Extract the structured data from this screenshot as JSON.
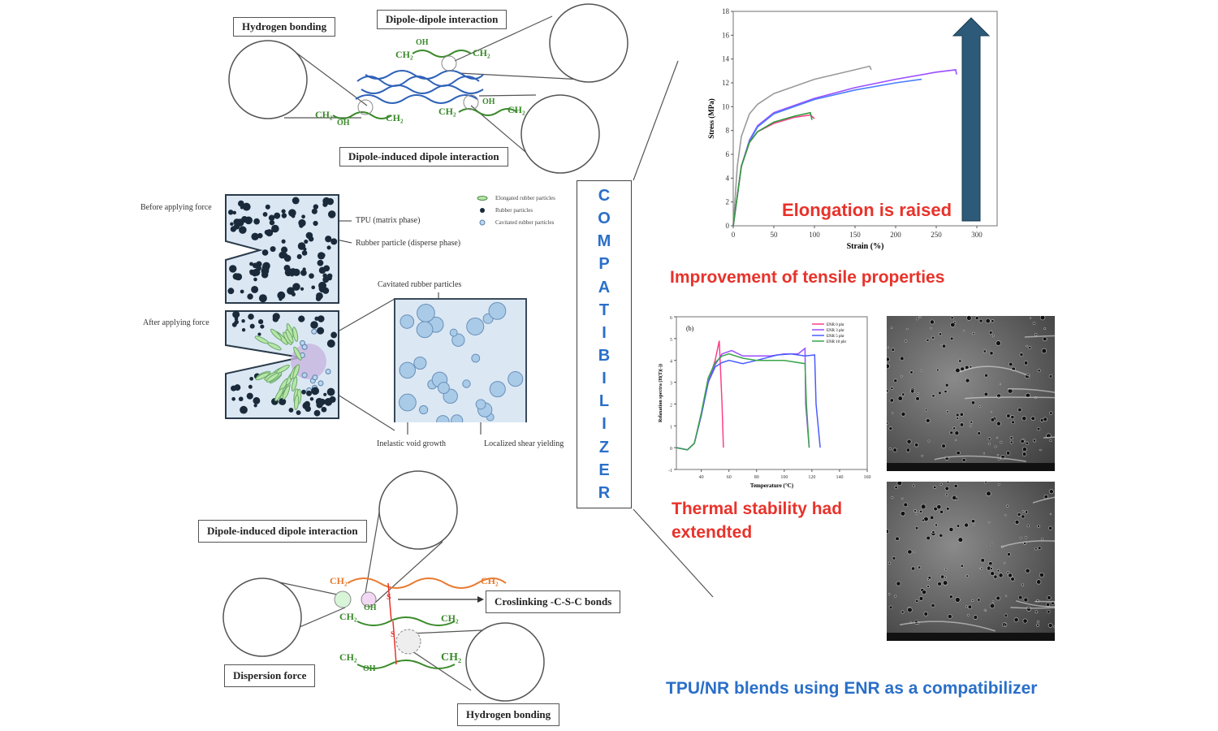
{
  "top_molecular": {
    "hydrogen_bonding": "Hydrogen bonding",
    "dipole_dipole": "Dipole-dipole interaction",
    "dipole_induced": "Dipole-induced dipole interaction",
    "ch2": "CH₂",
    "oh": "OH"
  },
  "morphology": {
    "before": "Before applying force",
    "after": "After applying force",
    "tpu_label": "TPU (matrix phase)",
    "rubber_label": "Rubber particle (disperse phase)",
    "legend": [
      "Elongated rubber particles",
      "Rubber particles",
      "Cavitated rubber particles"
    ],
    "cavitated": "Cavitated rubber particles",
    "inelastic": "Inelastic void growth",
    "shear": "Localized shear yielding"
  },
  "bottom_molecular": {
    "dipole_induced": "Dipole-induced dipole interaction",
    "crosslinking": "Croslinking -C-S-C bonds",
    "dispersion": "Dispersion force",
    "hydrogen_bonding": "Hydrogen bonding",
    "ch2": "CH₂",
    "oh": "OH",
    "s": "S"
  },
  "compatibilizer": [
    "C",
    "O",
    "M",
    "P",
    "A",
    "T",
    "I",
    "B",
    "I",
    "L",
    "I",
    "Z",
    "E",
    "R"
  ],
  "texts": {
    "elongation": "Elongation is raised",
    "tensile": "Improvement of tensile properties",
    "thermal_1": "Thermal stability had",
    "thermal_2": "extendted",
    "footer": "TPU/NR blends using ENR as a compatibilizer"
  },
  "colors": {
    "red": "#e8322a",
    "blue": "#2a6fc9",
    "arrow": "#2c5a78"
  },
  "chart_data": [
    {
      "type": "line",
      "title": "",
      "xlabel": "Strain (%)",
      "ylabel": "Stress (MPa)",
      "xlim": [
        0,
        325
      ],
      "ylim": [
        0,
        18
      ],
      "xticks": [
        0,
        50,
        100,
        150,
        200,
        250,
        300
      ],
      "yticks": [
        0,
        2,
        4,
        6,
        8,
        10,
        12,
        14,
        16,
        18
      ],
      "series": [
        {
          "name": "grey",
          "color": "#9a9a9a",
          "points": [
            [
              0,
              0
            ],
            [
              5,
              5
            ],
            [
              10,
              7.5
            ],
            [
              20,
              9.4
            ],
            [
              30,
              10.2
            ],
            [
              50,
              11.1
            ],
            [
              100,
              12.3
            ],
            [
              150,
              13.1
            ],
            [
              168,
              13.4
            ],
            [
              170,
              13.1
            ]
          ]
        },
        {
          "name": "purple",
          "color": "#9b4dff",
          "points": [
            [
              0,
              0
            ],
            [
              10,
              5
            ],
            [
              20,
              7.2
            ],
            [
              30,
              8.4
            ],
            [
              50,
              9.5
            ],
            [
              100,
              10.7
            ],
            [
              150,
              11.6
            ],
            [
              200,
              12.3
            ],
            [
              250,
              12.9
            ],
            [
              274,
              13.1
            ],
            [
              275,
              12.7
            ]
          ]
        },
        {
          "name": "blue",
          "color": "#4a7dff",
          "points": [
            [
              0,
              0
            ],
            [
              10,
              5
            ],
            [
              20,
              7.1
            ],
            [
              30,
              8.3
            ],
            [
              50,
              9.4
            ],
            [
              100,
              10.6
            ],
            [
              150,
              11.4
            ],
            [
              200,
              12.0
            ],
            [
              232,
              12.3
            ]
          ]
        },
        {
          "name": "pink",
          "color": "#ff3e8a",
          "points": [
            [
              0,
              0
            ],
            [
              10,
              5
            ],
            [
              20,
              7
            ],
            [
              30,
              7.9
            ],
            [
              50,
              8.6
            ],
            [
              75,
              9.1
            ],
            [
              95,
              9.3
            ],
            [
              100,
              9.0
            ]
          ]
        },
        {
          "name": "green",
          "color": "#2e9a3e",
          "points": [
            [
              0,
              0
            ],
            [
              10,
              5
            ],
            [
              20,
              7
            ],
            [
              30,
              7.9
            ],
            [
              50,
              8.7
            ],
            [
              75,
              9.2
            ],
            [
              95,
              9.5
            ],
            [
              97,
              8.9
            ]
          ]
        }
      ]
    },
    {
      "type": "line",
      "panel_label": "(b)",
      "xlabel": "Temperature (°C)",
      "ylabel": "Relaxation spectra (H(T)(-))",
      "xlim": [
        22,
        160
      ],
      "ylim": [
        -1,
        6
      ],
      "xticks": [
        40,
        60,
        80,
        100,
        120,
        140,
        160
      ],
      "yticks": [
        -1,
        0,
        1,
        2,
        3,
        4,
        5,
        6
      ],
      "legend_position": "top-right",
      "series": [
        {
          "name": "ENR 0 phr",
          "color": "#ff3e8a",
          "points": [
            [
              22,
              0
            ],
            [
              30,
              -0.1
            ],
            [
              35,
              0.2
            ],
            [
              40,
              1.5
            ],
            [
              45,
              3
            ],
            [
              50,
              4
            ],
            [
              53,
              4.9
            ],
            [
              55,
              2
            ],
            [
              56,
              0
            ]
          ]
        },
        {
          "name": "ENR 3 phr",
          "color": "#9b4dff",
          "points": [
            [
              22,
              0
            ],
            [
              30,
              -0.1
            ],
            [
              35,
              0.2
            ],
            [
              40,
              1.5
            ],
            [
              45,
              3
            ],
            [
              50,
              3.8
            ],
            [
              55,
              4.3
            ],
            [
              62,
              4.45
            ],
            [
              70,
              4.2
            ],
            [
              90,
              4.2
            ],
            [
              100,
              4.3
            ],
            [
              110,
              4.3
            ],
            [
              115,
              4.55
            ],
            [
              115.5,
              2
            ],
            [
              118,
              0
            ]
          ]
        },
        {
          "name": "ENR 5 phr",
          "color": "#4a5dff",
          "points": [
            [
              22,
              0
            ],
            [
              30,
              -0.1
            ],
            [
              35,
              0.2
            ],
            [
              40,
              1.5
            ],
            [
              45,
              3
            ],
            [
              50,
              3.7
            ],
            [
              55,
              3.9
            ],
            [
              60,
              4
            ],
            [
              70,
              3.85
            ],
            [
              80,
              4
            ],
            [
              95,
              4.25
            ],
            [
              105,
              4.3
            ],
            [
              115,
              4.2
            ],
            [
              122,
              4.25
            ],
            [
              123,
              2
            ],
            [
              126,
              0
            ]
          ]
        },
        {
          "name": "ENR 10 phr",
          "color": "#3aa34a",
          "points": [
            [
              22,
              0
            ],
            [
              30,
              -0.1
            ],
            [
              35,
              0.2
            ],
            [
              40,
              1.6
            ],
            [
              45,
              3.2
            ],
            [
              50,
              3.9
            ],
            [
              55,
              4.2
            ],
            [
              60,
              4.3
            ],
            [
              70,
              4.1
            ],
            [
              80,
              4
            ],
            [
              100,
              4
            ],
            [
              115,
              3.85
            ],
            [
              116,
              2
            ],
            [
              118,
              0
            ]
          ]
        }
      ]
    }
  ]
}
